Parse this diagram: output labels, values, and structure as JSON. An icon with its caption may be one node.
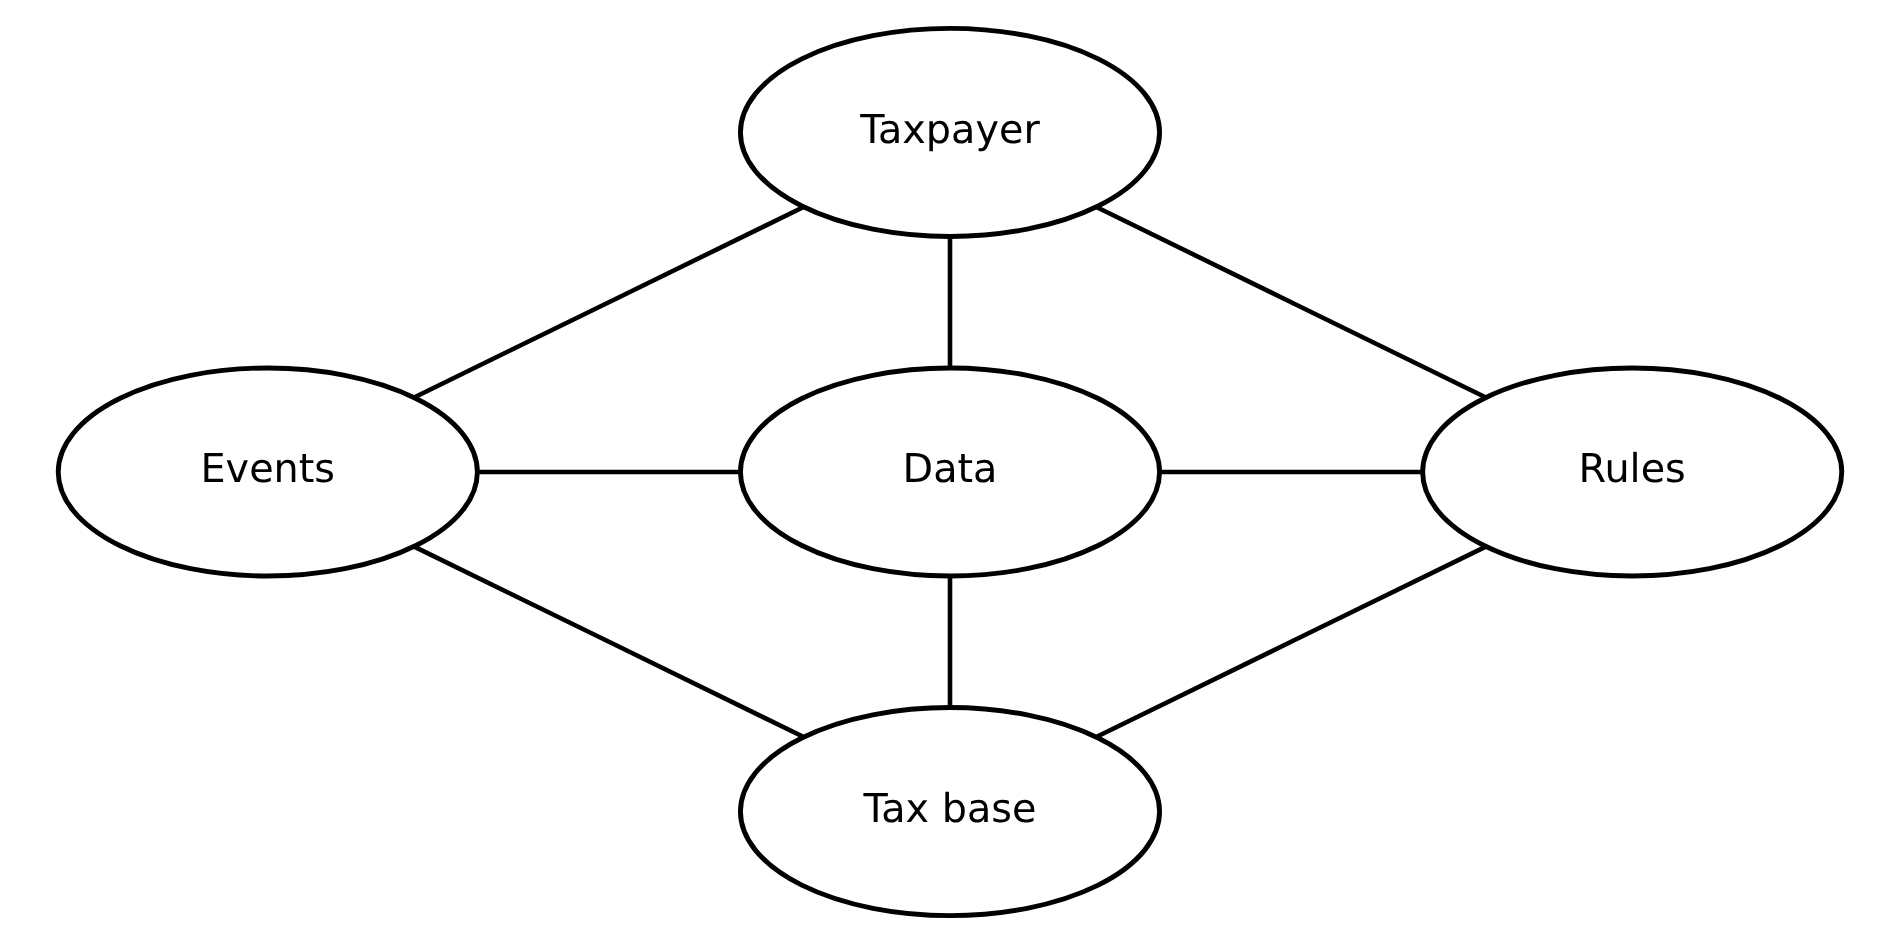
{
  "diagram": {
    "nodes": [
      {
        "text": [
          "Taxpayer"
        ]
      },
      {
        "text": [
          "Events"
        ]
      },
      {
        "text": [
          "Data"
        ]
      },
      {
        "text": [
          "Rules"
        ]
      },
      {
        "text": [
          "Tax base"
        ]
      }
    ],
    "edges": [
      {
        "from": 0,
        "to": 2,
        "arrow": "none"
      },
      {
        "from": 1,
        "to": 2,
        "arrow": "none"
      },
      {
        "from": 2,
        "to": 3,
        "arrow": "none"
      },
      {
        "from": 2,
        "to": 4,
        "arrow": "none"
      },
      {
        "from": 0,
        "to": 1,
        "arrow": "none"
      },
      {
        "from": 0,
        "to": 3,
        "arrow": "none"
      },
      {
        "from": 1,
        "to": 4,
        "arrow": "none"
      },
      {
        "from": 4,
        "to": 3,
        "arrow": "none"
      }
    ]
  }
}
